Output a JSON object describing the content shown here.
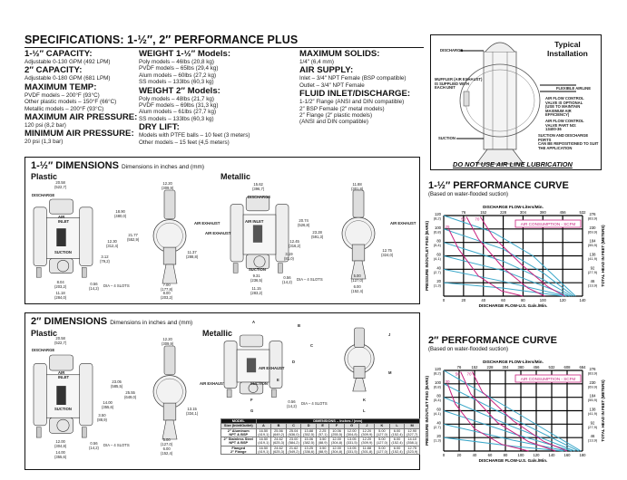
{
  "specs": {
    "title": "SPECIFICATIONS: 1-½″, 2″ PERFORMANCE PLUS",
    "col1": [
      {
        "h": "1-½″ CAPACITY:",
        "lines": [
          "Adjustable 0-130 GPM (492 LPM)"
        ]
      },
      {
        "h": "2″ CAPACITY:",
        "lines": [
          "Adjustable 0-180 GPM (681 LPM)"
        ]
      },
      {
        "h": "MAXIMUM TEMP:",
        "lines": [
          "PVDF models – 200°F (93°C)",
          "Other plastic models – 150°F (66°C)",
          "Metallic models – 200°F (93°C)"
        ]
      },
      {
        "h": "MAXIMUM AIR PRESSURE:",
        "lines": [
          "120 psi (8,2 bar)"
        ]
      },
      {
        "h": "MINIMUM AIR PRESSURE:",
        "lines": [
          "20 psi (1,3 bar)"
        ]
      }
    ],
    "col2": [
      {
        "h": "WEIGHT 1-½″ Models:",
        "lines": [
          "Poly models – 46lbs (20,8 kg)",
          "PVDF models – 65lbs (29,4 kg)",
          "Alum models – 60lbs (27,2 kg)",
          "SS models – 133lbs (60,3 kg)"
        ]
      },
      {
        "h": "WEIGHT 2″ Models:",
        "lines": [
          "Poly models – 48lbs (21,7 kg)",
          "PVDF models – 69lbs (31,3 kg)",
          "Alum models – 61lbs (27,7 kg)",
          "SS models – 133lbs (60,3 kg)"
        ]
      },
      {
        "h": "DRY LIFT:",
        "lines": [
          "Models with PTFE balls – 10 feet (3 meters)",
          "Other models – 15 feet (4,5 meters)"
        ]
      }
    ],
    "col3": [
      {
        "h": "MAXIMUM SOLIDS:",
        "lines": [
          "1/4″ (6,4 mm)"
        ]
      },
      {
        "h": "AIR SUPPLY:",
        "lines": [
          "Inlet – 3/4″ NPT Female (BSP compatible)",
          "Outlet – 3/4″ NPT Female"
        ]
      },
      {
        "h": "FLUID INLET/DISCHARGE:",
        "lines": [
          "1-1/2″ Flange (ANSI and DIN compatible)",
          "2″ BSP Female (2″ metal models)",
          "2″ Flange (2″ plastic models)",
          "(ANSI and DIN compatible)"
        ]
      }
    ]
  },
  "install": {
    "title": "Typical\nInstallation",
    "discharge": "DISCHARGE",
    "muffler": "MUFFLER (AIR EXHAUST)\nIS SUPPLIED WITH\nEACH UNIT",
    "airline": "FLEXIBLE AIRLINE",
    "valve": "AIR FLOW CONTROL\nVALVE IS OPTIONAL\n(USE TO MAINTAIN\nMAXIMUM AIR\nEFFICIENCY)",
    "part": "AIR FLOW CONTROL\nVALVE PART NO:\n13400-36",
    "suction": "SUCTION",
    "ports": "SUCTION AND DISCHARGE PORTS\nCAN BE REPOSITIONED TO SUIT\nTHE APPLICATION",
    "warning": "DO NOT USE AIR LINE LUBRICATION"
  },
  "labels": {
    "discharge": "DISCHARGE",
    "air_inlet": "AIR\nINLET",
    "air_inlet1": "AIR INLET",
    "suction": "SUCTION",
    "air_exhaust": "AIR EXHAUST",
    "slots": "0.56\n(14,2)",
    "slots_txt": "DIA – 4 SLOTS"
  },
  "dim15": {
    "title": "1-½″ DIMENSIONS",
    "subtitle": "Dimensions in inches and (mm)",
    "plastic": "Plastic",
    "metallic": "Metallic",
    "p": {
      "w": "20.58\n(522,7)",
      "h1": "18.90\n(480,0)",
      "h2": "21.77\n(552,9)",
      "h3": "12.30\n(312,4)",
      "h4": "3.12\n(79,2)",
      "b1": "8.04\n(203,2)",
      "b2": "11.18\n(284,0)",
      "sw": "12.20\n(309,9)",
      "sh": "11.37\n(288,8)",
      "sb1": "7.00\n(177,8)",
      "sb2": "8.00\n(203,2)"
    },
    "m": {
      "w": "15.62\n(396,7)",
      "h1": "20.74\n(526,8)",
      "h2": "23.28\n(591,3)",
      "h3": "12.45\n(316,2)",
      "h4": "3.19\n(81,0)",
      "b1": "9.31\n(236,5)",
      "b2": "11.15\n(283,2)",
      "sw": "11.88\n(301,8)",
      "sh": "12.75\n(324,0)",
      "sb1": "5.00\n(127,0)",
      "sb2": "6.00\n(152,4)"
    }
  },
  "dim2": {
    "title": "2″ DIMENSIONS",
    "subtitle": "Dimensions in inches and (mm)",
    "plastic": "Plastic",
    "metallic": "Metallic",
    "p": {
      "w": "20.58\n(522,7)",
      "h1": "23.05\n(585,5)",
      "h2": "25.55\n(649,0)",
      "h3": "14.00\n(355,6)",
      "h4": "3.50\n(88,9)",
      "b1": "12.00\n(304,8)",
      "b2": "14.00\n(355,6)",
      "sw": "12.20\n(309,9)",
      "sh": "13.15\n(334,1)",
      "sb1": "5.00\n(127,0)",
      "sb2": "6.00\n(152,4)"
    },
    "letters": [
      "A",
      "B",
      "C",
      "D",
      "E",
      "F",
      "G",
      "J",
      "K",
      "L",
      "M"
    ],
    "table": {
      "model": "MODEL",
      "dims": "DIMENSIONS – Inches / (mm)",
      "size": "Size (Inlet/Outlet)",
      "rows": [
        {
          "name": "2″ Aluminum\nNPT & BSP",
          "v": [
            "16.50\n(419,1)",
            "25.56\n(649,2)",
            "25.04\n(636,0)",
            "13.88\n(352,5)",
            "2.25\n(57,1)",
            "10.06\n(255,5)",
            "12.00\n(304,8)",
            "12.20\n(309,9)",
            "5.00\n(127,0)",
            "6.00\n(152,4)",
            "12.90\n(327,7)"
          ]
        },
        {
          "name": "2″ Stainless Steel\nNPT & BSP",
          "v": [
            "16.50\n(419,1)",
            "24.62\n(625,3)",
            "23.00\n(584,2)",
            "15.06\n(382,5)",
            "3.50\n(88,9)",
            "12.00\n(304,8)",
            "13.05\n(331,5)",
            "12.20\n(309,9)",
            "5.00\n(127,0)",
            "6.00\n(152,4)",
            "14.10\n(358,1)"
          ]
        },
        {
          "name": "Flanged\n2″ Flange",
          "v": [
            "16.50\n(419,1)",
            "24.62\n(625,3)",
            "21.62\n(549,2)",
            "13.25\n(336,6)",
            "3.50\n(88,9)",
            "12.00\n(304,8)",
            "13.05\n(331,5)",
            "11.88\n(301,8)",
            "5.00\n(127,0)",
            "6.00\n(152,4)",
            "12.75\n(323,9)"
          ]
        }
      ]
    }
  },
  "chart_data": [
    {
      "type": "line",
      "title": "1-½″ PERFORMANCE CURVE",
      "subtitle": "(Based on water-flooded suction)",
      "xlabel": "DISCHARGE FLOW-U.S. Gals./Min.",
      "x2label": "DISCHARGE FLOW-Liters/Min.",
      "ylabel": "PRESSURE IN/OUTLET PSIG (BARS)",
      "y2label": "TOTAL HEAD IN FEET (METERS)",
      "xlim": [
        0,
        140
      ],
      "ylim": [
        0,
        120
      ],
      "xticks": [
        "0",
        "20",
        "40",
        "60",
        "80",
        "100",
        "120",
        "140"
      ],
      "x2ticks": [
        "76",
        "152",
        "228",
        "304",
        "380",
        "456",
        "532"
      ],
      "yticks": [
        "20\n(1,3)",
        "40\n(2,7)",
        "60\n(4,1)",
        "80\n(5,4)",
        "100\n(6,8)",
        "120\n(8,2)"
      ],
      "y2ticks": [
        "46\n(13,9)",
        "92\n(27,9)",
        "138\n(41,9)",
        "184\n(55,9)",
        "230\n(69,9)",
        "276\n(83,9)"
      ],
      "legend": "AIR CONSUMPTION - SCFM",
      "legend_position": "top-right",
      "grid": true,
      "pressure_series": [
        {
          "name": "120 psi",
          "points": [
            [
              0,
              120
            ],
            [
              50,
              95
            ],
            [
              90,
              60
            ],
            [
              115,
              25
            ],
            [
              133,
              0
            ]
          ]
        },
        {
          "name": "100 psi",
          "points": [
            [
              0,
              100
            ],
            [
              60,
              70
            ],
            [
              100,
              35
            ],
            [
              131,
              0
            ]
          ]
        },
        {
          "name": "80 psi",
          "points": [
            [
              0,
              80
            ],
            [
              60,
              52
            ],
            [
              100,
              25
            ],
            [
              129,
              0
            ]
          ]
        },
        {
          "name": "60 psi",
          "points": [
            [
              0,
              60
            ],
            [
              60,
              38
            ],
            [
              127,
              0
            ]
          ]
        },
        {
          "name": "40 psi",
          "points": [
            [
              0,
              40
            ],
            [
              60,
              22
            ],
            [
              124,
              0
            ]
          ]
        },
        {
          "name": "20 psi",
          "points": [
            [
              0,
              20
            ],
            [
              60,
              12
            ],
            [
              121,
              0
            ]
          ]
        }
      ],
      "air_series": [
        {
          "name": "25",
          "points": [
            [
              5,
              100
            ],
            [
              15,
              70
            ],
            [
              35,
              30
            ],
            [
              58,
              8
            ],
            [
              80,
              0
            ]
          ]
        },
        {
          "name": "50",
          "points": [
            [
              23,
              118
            ],
            [
              35,
              85
            ],
            [
              60,
              42
            ],
            [
              85,
              12
            ],
            [
              102,
              0
            ]
          ]
        },
        {
          "name": "70",
          "points": [
            [
              37,
              118
            ],
            [
              50,
              88
            ],
            [
              80,
              45
            ],
            [
              105,
              14
            ],
            [
              122,
              0
            ]
          ]
        }
      ]
    },
    {
      "type": "line",
      "title": "2″ PERFORMANCE CURVE",
      "subtitle": "(Based on water-flooded suction)",
      "xlabel": "DISCHARGE FLOW-U.S. Gals./Min.",
      "x2label": "DISCHARGE FLOW-Liters/Min.",
      "ylabel": "PRESSURE IN/OUTLET PSIG (BARS)",
      "y2label": "TOTAL HEAD IN FEET (METERS)",
      "xlim": [
        0,
        180
      ],
      "ylim": [
        0,
        120
      ],
      "xticks": [
        "0",
        "20",
        "40",
        "60",
        "80",
        "100",
        "120",
        "140",
        "160",
        "180"
      ],
      "x2ticks": [
        "76",
        "152",
        "228",
        "304",
        "380",
        "456",
        "532",
        "608",
        "684"
      ],
      "yticks": [
        "20\n(1,3)",
        "40\n(2,7)",
        "60\n(4,1)",
        "80\n(5,4)",
        "100\n(6,8)",
        "120\n(8,2)"
      ],
      "y2ticks": [
        "46\n(13,9)",
        "92\n(27,9)",
        "138\n(41,9)",
        "184\n(55,9)",
        "230\n(69,9)",
        "276\n(83,9)"
      ],
      "legend": "AIR CONSUMPTION - SCFM",
      "legend_position": "top-right",
      "grid": true,
      "pressure_series": [
        {
          "name": "120 psi",
          "points": [
            [
              0,
              120
            ],
            [
              90,
              60
            ],
            [
              178,
              0
            ]
          ]
        },
        {
          "name": "100 psi",
          "points": [
            [
              0,
              100
            ],
            [
              90,
              48
            ],
            [
              175,
              0
            ]
          ]
        },
        {
          "name": "80 psi",
          "points": [
            [
              0,
              80
            ],
            [
              90,
              36
            ],
            [
              170,
              0
            ]
          ]
        },
        {
          "name": "60 psi",
          "points": [
            [
              0,
              60
            ],
            [
              90,
              26
            ],
            [
              166,
              0
            ]
          ]
        },
        {
          "name": "40 psi",
          "points": [
            [
              0,
              40
            ],
            [
              90,
              16
            ],
            [
              160,
              0
            ]
          ]
        },
        {
          "name": "20 psi",
          "points": [
            [
              0,
              20
            ],
            [
              90,
              7
            ],
            [
              155,
              0
            ]
          ]
        }
      ],
      "air_series": [
        {
          "name": "30",
          "points": [
            [
              5,
              100
            ],
            [
              15,
              70
            ],
            [
              40,
              33
            ],
            [
              75,
              10
            ],
            [
              110,
              0
            ]
          ]
        },
        {
          "name": "50",
          "points": [
            [
              22,
              118
            ],
            [
              35,
              85
            ],
            [
              70,
              42
            ],
            [
              110,
              14
            ],
            [
              145,
              0
            ]
          ]
        },
        {
          "name": "70",
          "points": [
            [
              37,
              118
            ],
            [
              50,
              88
            ],
            [
              90,
              45
            ],
            [
              130,
              14
            ],
            [
              160,
              0
            ]
          ]
        }
      ]
    }
  ]
}
